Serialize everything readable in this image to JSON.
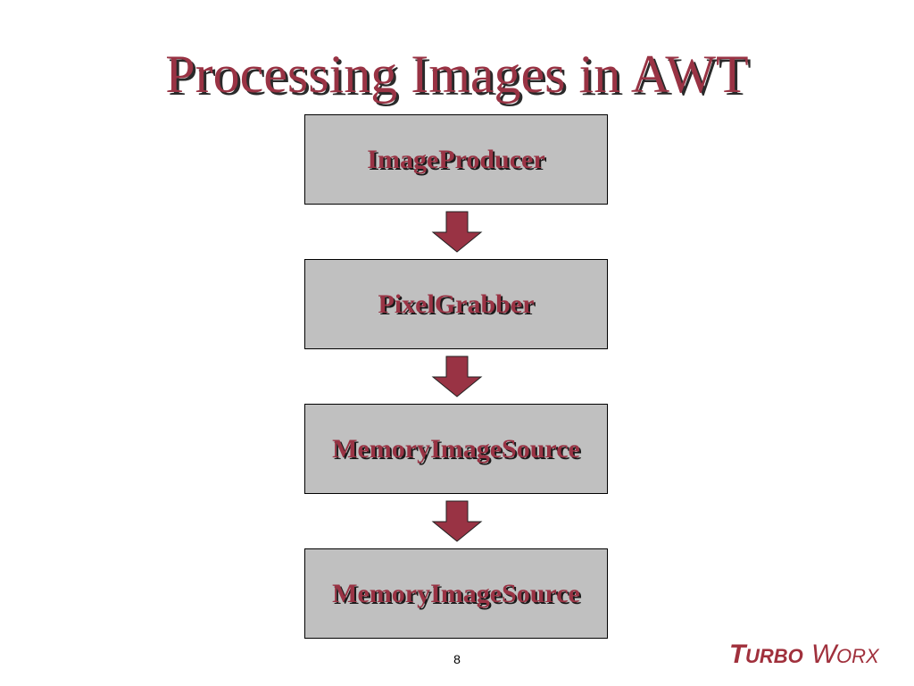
{
  "slide": {
    "title": "Processing Images in AWT",
    "page_number": "8"
  },
  "flow": {
    "boxes": [
      {
        "label": "ImageProducer"
      },
      {
        "label": "PixelGrabber"
      },
      {
        "label": "MemoryImageSource"
      },
      {
        "label": "MemoryImageSource"
      }
    ]
  },
  "logo": {
    "text_main": "TURBO",
    "text_second": "WORX",
    "icon": "turboworx-logo"
  },
  "colors": {
    "title": "#993344",
    "box_fill": "#c0c0c0",
    "arrow_fill": "#993344",
    "logo": "#a0303c"
  }
}
